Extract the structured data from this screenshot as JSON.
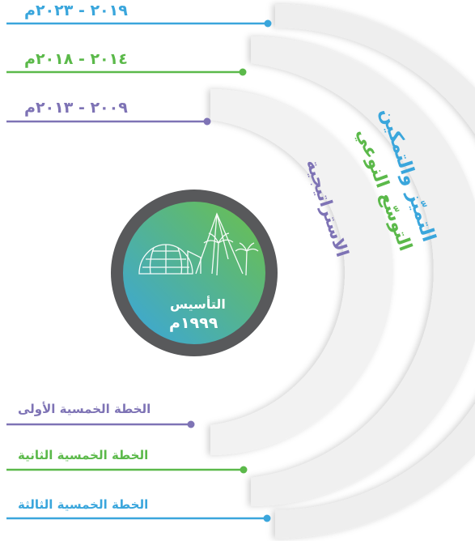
{
  "colors": {
    "blue": "#3aa6dc",
    "green": "#5bb94a",
    "purple": "#7e73b5",
    "arc": "#eeeeee",
    "ring": "#58595b"
  },
  "periods": [
    {
      "years": "٢٠١٩ - ٢٠٢٣م",
      "plan": "الخطة الخمسية الثالثة",
      "phase": "التميّز والتمكين",
      "color": "blue"
    },
    {
      "years": "٢٠١٤ - ٢٠١٨م",
      "plan": "الخطة الخمسية الثانية",
      "phase": "التوسّع النوعي",
      "color": "green"
    },
    {
      "years": "٢٠٠٩ - ٢٠١٣م",
      "plan": "الخطة الخمسية الأولى",
      "phase": "الاستراتيجية",
      "color": "purple"
    }
  ],
  "center": {
    "title": "التأسيس",
    "year": "١٩٩٩م"
  }
}
